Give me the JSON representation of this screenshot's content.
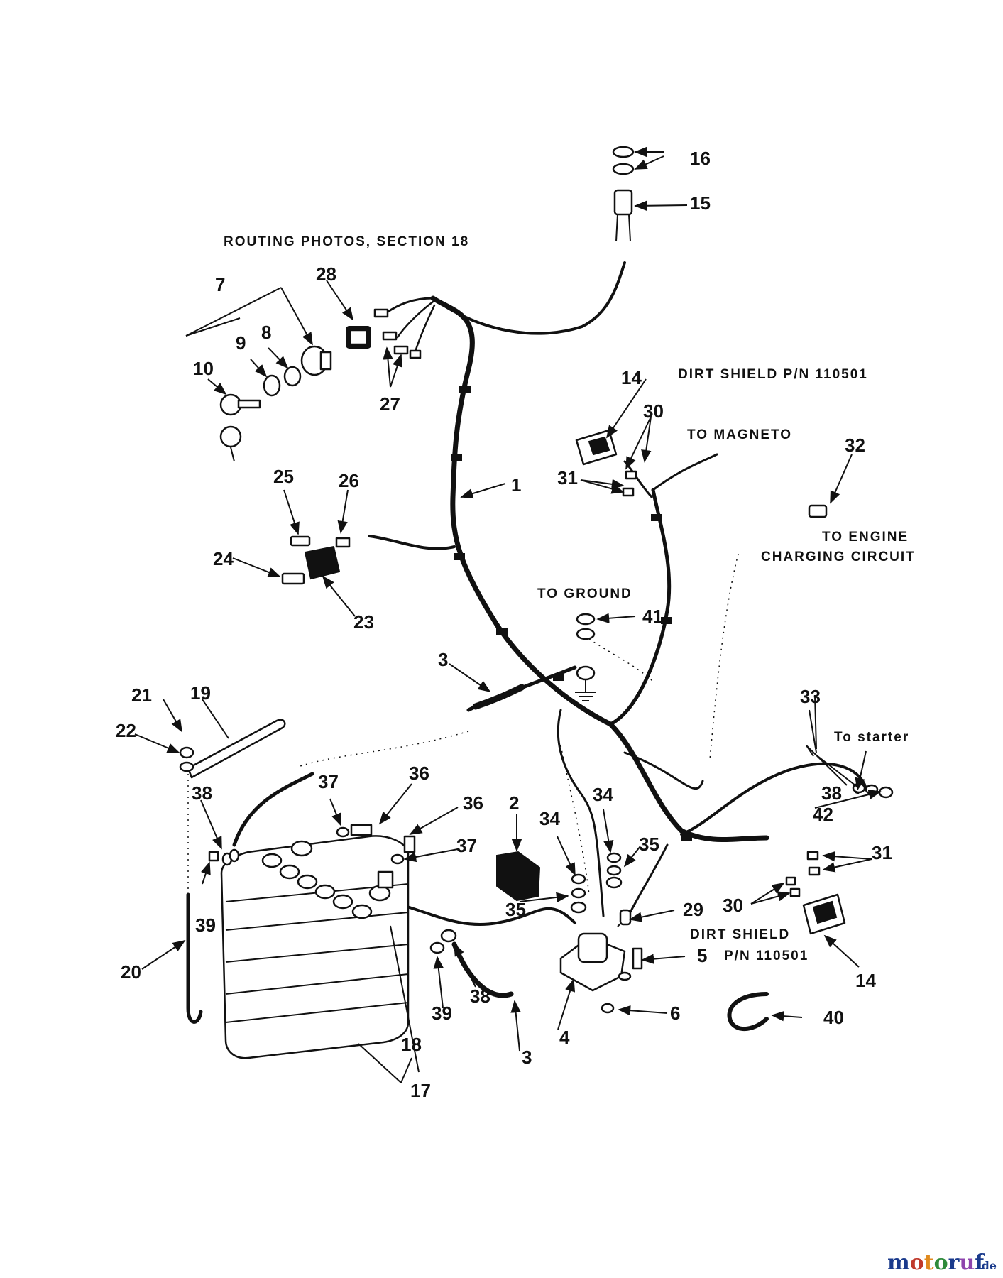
{
  "notes": {
    "routing": "ROUTING PHOTOS, SECTION 18",
    "dirt_shield_top": "DIRT SHIELD P/N 110501",
    "to_magneto": "TO MAGNETO",
    "to_engine": "TO ENGINE",
    "charging_circuit": "CHARGING CIRCUIT",
    "to_ground": "TO GROUND",
    "to_starter": "To starter",
    "dirt_shield_bottom_1": "DIRT SHIELD",
    "dirt_shield_bottom_2": "P/N 110501"
  },
  "callouts": {
    "c1": "1",
    "c2": "2",
    "c3a": "3",
    "c3b": "3",
    "c4": "4",
    "c5": "5",
    "c6": "6",
    "c7": "7",
    "c8": "8",
    "c9": "9",
    "c10": "10",
    "c14a": "14",
    "c14b": "14",
    "c15": "15",
    "c16": "16",
    "c17": "17",
    "c18": "18",
    "c19": "19",
    "c20": "20",
    "c21": "21",
    "c22": "22",
    "c23": "23",
    "c24": "24",
    "c25": "25",
    "c26": "26",
    "c27": "27",
    "c28": "28",
    "c29": "29",
    "c30a": "30",
    "c30b": "30",
    "c31a": "31",
    "c31b": "31",
    "c32": "32",
    "c33": "33",
    "c34a": "34",
    "c34b": "34",
    "c35a": "35",
    "c35b": "35",
    "c36a": "36",
    "c36b": "36",
    "c37a": "37",
    "c37b": "37",
    "c38a": "38",
    "c38b": "38",
    "c38c": "38",
    "c39a": "39",
    "c39b": "39",
    "c40": "40",
    "c41": "41",
    "c42": "42"
  },
  "watermark": {
    "brand": "motoruf",
    "suffix": ".de",
    "colors": [
      "#1a3a8c",
      "#c0392b",
      "#e08a1e",
      "#2e8b3a",
      "#1a3a8c",
      "#8e44ad",
      "#1a3a8c"
    ]
  }
}
